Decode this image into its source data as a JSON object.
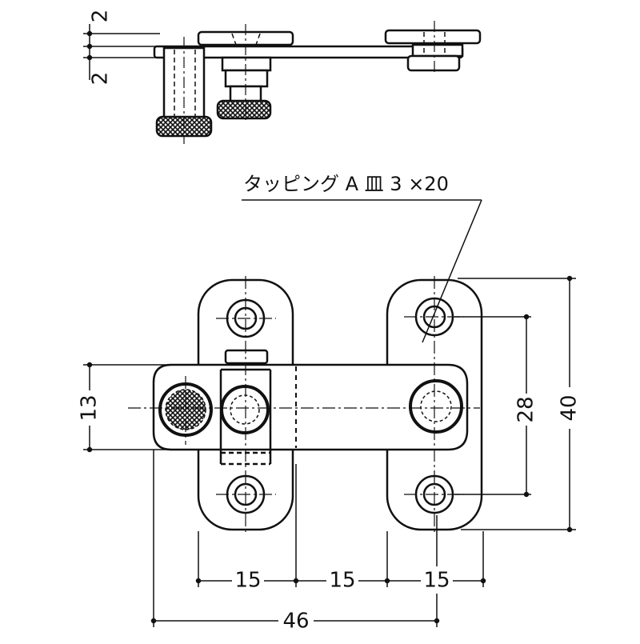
{
  "annotations": {
    "screw_spec": "タッピング A 皿 3 ×20"
  },
  "dimensions": {
    "side_top_thickness": "2",
    "side_lower_thickness": "2",
    "latch_height": "13",
    "hole_pitch": "28",
    "plate_height": "40",
    "span_left": "15",
    "span_middle": "15",
    "span_right": "15",
    "overall_width": "46"
  }
}
